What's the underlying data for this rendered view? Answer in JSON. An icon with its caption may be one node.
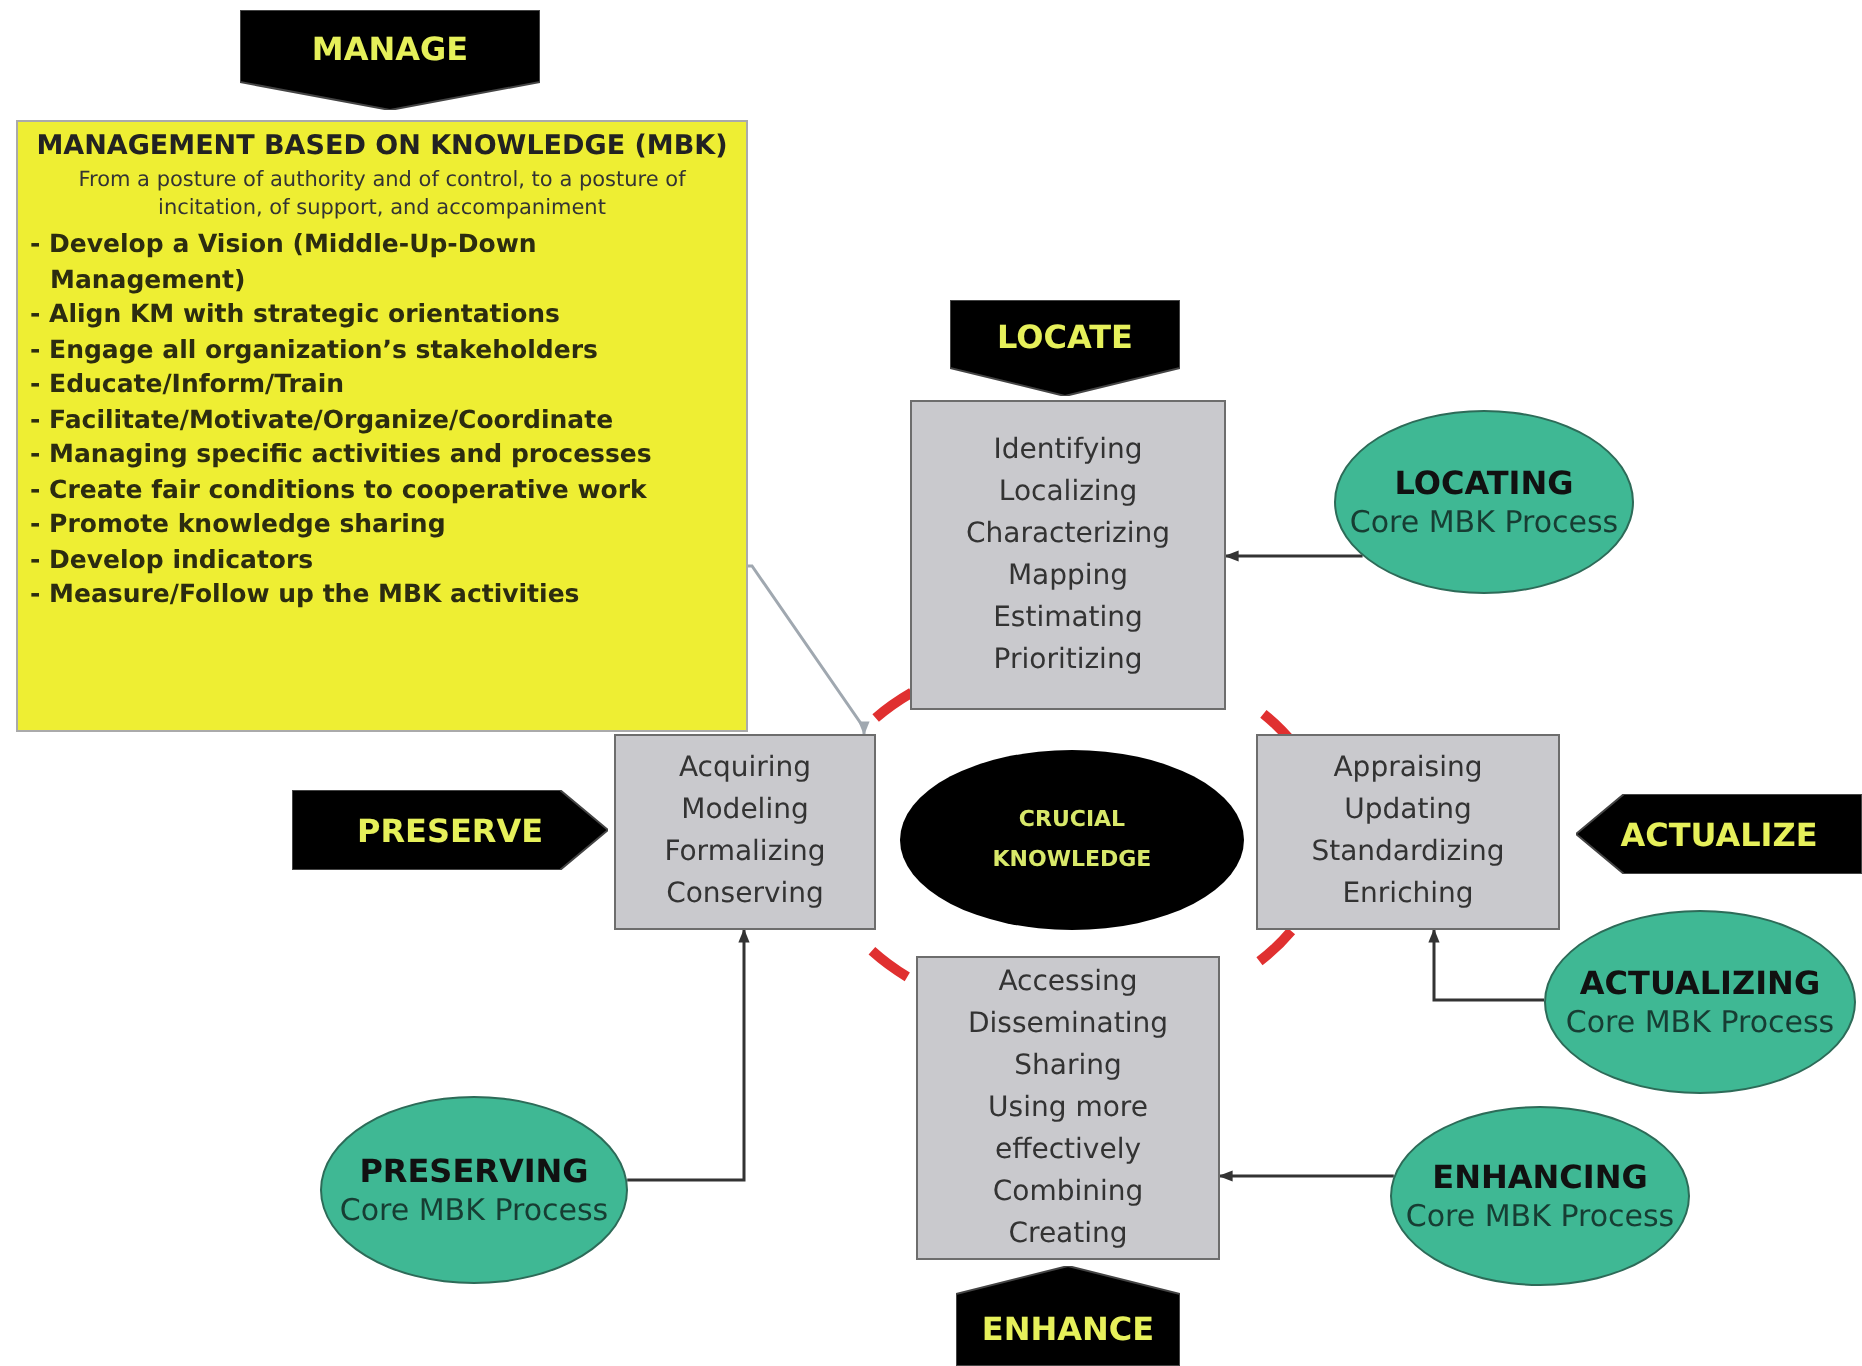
{
  "diagram": {
    "nodes": [
      {
        "text": [
          "MANAGE"
        ]
      },
      {
        "text": [
          "MANAGEMENT BASED ON KNOWLEDGE (MBK)",
          "From a posture of authority and of control, to a posture of incitation, of support, and accompaniment",
          "- Develop a Vision (Middle-Up-Down Management)",
          "- Align KM with strategic orientations",
          "- Engage all organization’s stakeholders",
          "- Educate/Inform/Train",
          "- Facilitate/Motivate/Organize/Coordinate",
          "- Managing specific activities and processes",
          "- Create fair conditions to cooperative work",
          "- Promote knowledge sharing",
          "- Develop indicators",
          "- Measure/Follow up the MBK activities"
        ]
      },
      {
        "text": [
          "LOCATE"
        ]
      },
      {
        "text": [
          "Identifying",
          "Localizing",
          "Characterizing",
          "Mapping",
          "Estimating",
          "Prioritizing"
        ]
      },
      {
        "text": [
          "LOCATING",
          "Core MBK Process"
        ]
      },
      {
        "text": [
          "PRESERVE"
        ]
      },
      {
        "text": [
          "Acquiring",
          "Modeling",
          "Formalizing",
          "Conserving"
        ]
      },
      {
        "text": [
          "CRUCIAL KNOWLEDGE"
        ]
      },
      {
        "text": [
          "Appraising",
          "Updating",
          "Standardizing",
          "Enriching"
        ]
      },
      {
        "text": [
          "ACTUALIZE"
        ]
      },
      {
        "text": [
          "ACTUALIZING",
          "Core MBK Process"
        ]
      },
      {
        "text": [
          "PRESERVING",
          "Core MBK Process"
        ]
      },
      {
        "text": [
          "Accessing",
          "Disseminating",
          "Sharing",
          "Using more effectively",
          "Combining",
          "Creating"
        ]
      },
      {
        "text": [
          "ENHANCING",
          "Core MBK Process"
        ]
      },
      {
        "text": [
          "ENHANCE"
        ]
      }
    ],
    "edges": [
      {
        "from": 1,
        "to": 6,
        "arrow": "to",
        "color": "#a0a8b0"
      },
      {
        "from": 4,
        "to": 3,
        "arrow": "to"
      },
      {
        "from": 10,
        "to": 8,
        "arrow": "to"
      },
      {
        "from": 11,
        "to": 6,
        "arrow": "to"
      },
      {
        "from": 13,
        "to": 12,
        "arrow": "to"
      }
    ]
  }
}
